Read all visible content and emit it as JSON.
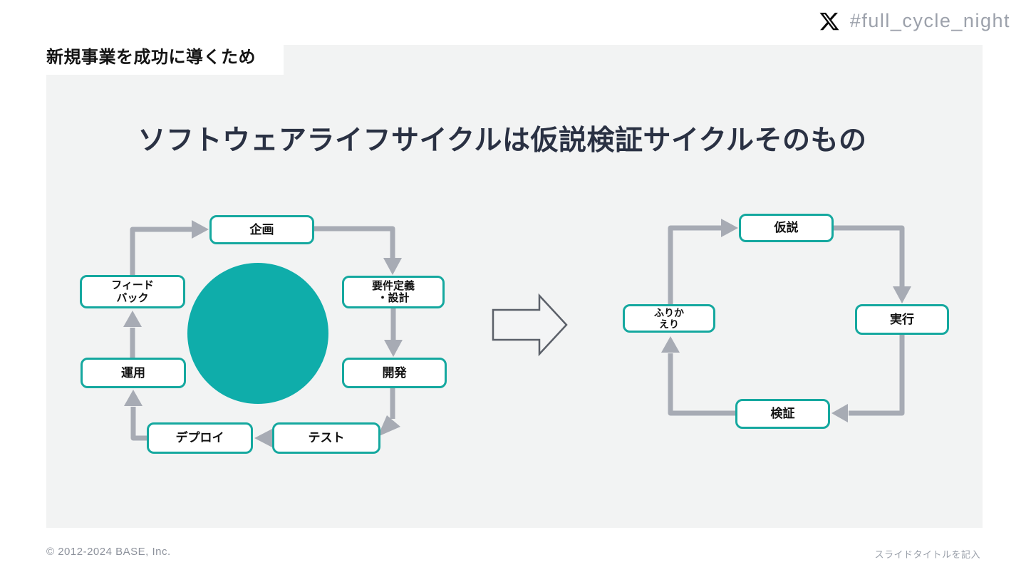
{
  "brand": {
    "logo_icon": "x-logo",
    "hashtag": "#full_cycle_night"
  },
  "header": {
    "label": "新規事業を成功に導くため"
  },
  "slide": {
    "title": "ソフトウェアライフサイクルは仮説検証サイクルそのもの"
  },
  "diagram": {
    "left_cycle": {
      "nodes": [
        {
          "id": "kikaku",
          "label": "企画"
        },
        {
          "id": "yoken",
          "label": "要件定義\n・設計"
        },
        {
          "id": "kaihatsu",
          "label": "開発"
        },
        {
          "id": "test",
          "label": "テスト"
        },
        {
          "id": "deploy",
          "label": "デプロイ"
        },
        {
          "id": "unyo",
          "label": "運用"
        },
        {
          "id": "feedback",
          "label": "フィード\nバック"
        }
      ]
    },
    "transform_icon": "right-block-arrow",
    "right_cycle": {
      "nodes": [
        {
          "id": "kasetsu",
          "label": "仮説"
        },
        {
          "id": "jikko",
          "label": "実行"
        },
        {
          "id": "kensho",
          "label": "検証"
        },
        {
          "id": "furikaeri",
          "label": "ふりか\nえり"
        }
      ]
    }
  },
  "footer": {
    "copyright": "© 2012-2024 BASE, Inc.",
    "slide_note": "スライドタイトルを記入"
  },
  "colors": {
    "teal_border": "#15A89F",
    "teal_circle": "#0FADAA",
    "arrow_gray": "#A7ABB4",
    "title_navy": "#2A3143",
    "block_arrow_stroke": "#5B6069",
    "slide_bg": "#F2F3F3"
  }
}
